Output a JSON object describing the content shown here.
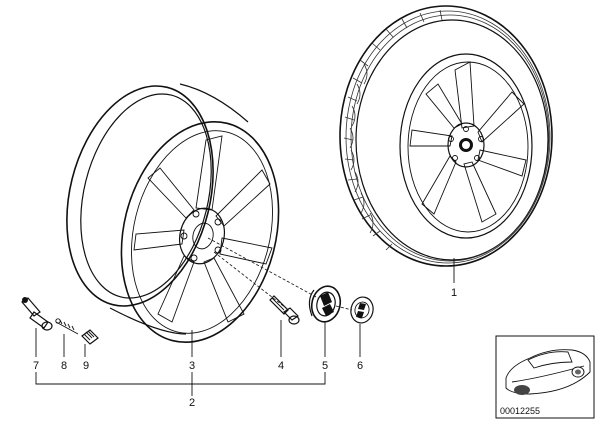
{
  "callouts": {
    "c1": "1",
    "c2": "2",
    "c3": "3",
    "c4": "4",
    "c5": "5",
    "c6": "6",
    "c7": "7",
    "c8": "8",
    "c9": "9"
  },
  "thumbnail": {
    "code": "00012255"
  }
}
